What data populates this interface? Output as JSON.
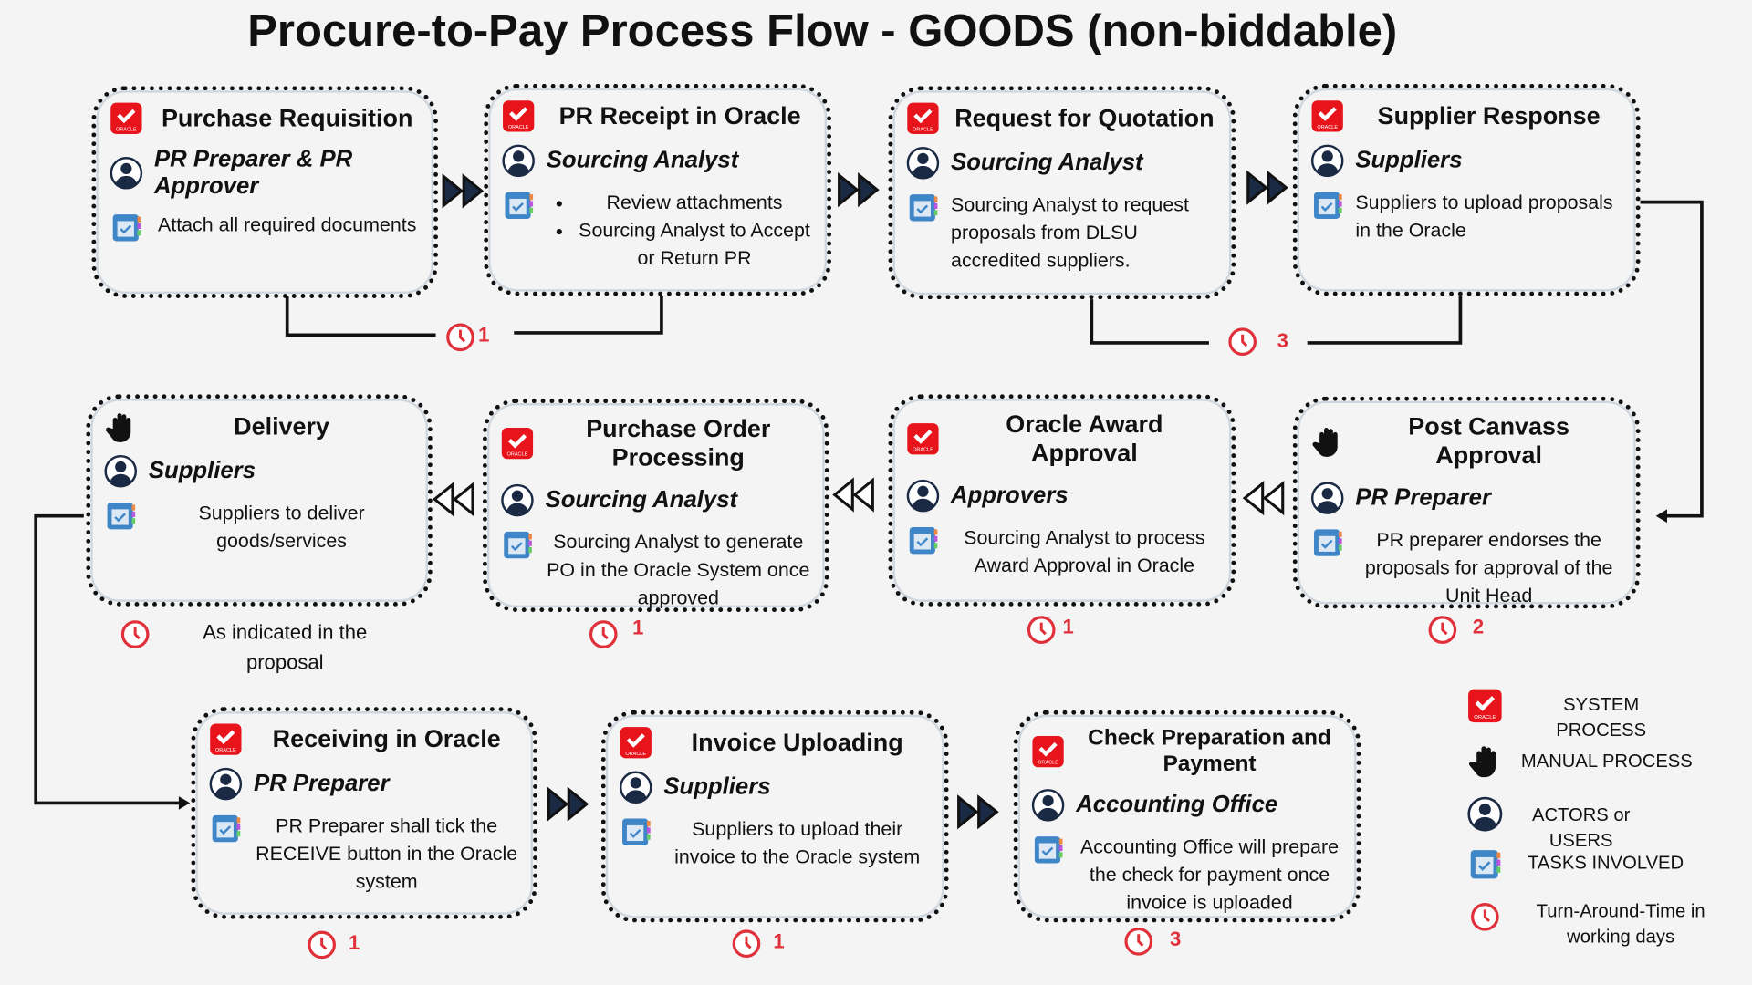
{
  "title": "Procure-to-Pay Process Flow - GOODS (non-biddable)",
  "boxes": [
    {
      "id": "purchase-requisition",
      "title": "Purchase Requisition",
      "type": "system",
      "actor": "PR Preparer & PR Approver",
      "task": [
        "Attach all required documents"
      ]
    },
    {
      "id": "pr-receipt",
      "title": "PR Receipt in Oracle",
      "type": "system",
      "actor": "Sourcing Analyst",
      "bullets": [
        "Review attachments",
        "Sourcing Analyst to Accept or Return PR"
      ]
    },
    {
      "id": "request-for-quotation",
      "title": "Request for Quotation",
      "type": "system",
      "actor": "Sourcing Analyst",
      "task": [
        "Sourcing Analyst to request proposals from DLSU accredited suppliers."
      ]
    },
    {
      "id": "supplier-response",
      "title": "Supplier Response",
      "type": "system",
      "actor": "Suppliers",
      "task": [
        "Suppliers to upload proposals in the Oracle"
      ]
    },
    {
      "id": "post-canvass-approval",
      "title": "Post Canvass Approval",
      "type": "manual",
      "actor": "PR Preparer",
      "task": [
        "PR preparer endorses the proposals for approval of the Unit Head"
      ]
    },
    {
      "id": "oracle-award-approval",
      "title": "Oracle Award Approval",
      "type": "system",
      "actor": "Approvers",
      "task": [
        "Sourcing Analyst to process Award Approval in Oracle"
      ]
    },
    {
      "id": "purchase-order-processing",
      "title": "Purchase Order Processing",
      "type": "system",
      "actor": "Sourcing Analyst",
      "task": [
        "Sourcing Analyst to generate PO in the Oracle System once approved"
      ]
    },
    {
      "id": "delivery",
      "title": "Delivery",
      "type": "manual",
      "actor": "Suppliers",
      "task": [
        "Suppliers to deliver goods/services"
      ]
    },
    {
      "id": "receiving-in-oracle",
      "title": "Receiving in Oracle",
      "type": "system",
      "actor": "PR Preparer",
      "task": [
        "PR Preparer shall tick the RECEIVE button in the Oracle system"
      ]
    },
    {
      "id": "invoice-uploading",
      "title": "Invoice Uploading",
      "type": "system",
      "actor": "Suppliers",
      "task": [
        "Suppliers to upload their invoice to the Oracle system"
      ]
    },
    {
      "id": "check-preparation",
      "title": "Check Preparation and Payment",
      "type": "system",
      "actor": "Accounting Office",
      "task": [
        "Accounting Office will prepare the check for payment once invoice is uploaded"
      ]
    }
  ],
  "tat": [
    "1",
    "3",
    "As indicated in the proposal",
    "1",
    "1",
    "2",
    "1",
    "1",
    "3"
  ],
  "legend": {
    "system": "SYSTEM PROCESS",
    "manual": "MANUAL PROCESS",
    "actors": "ACTORS or USERS",
    "tasks": "TASKS INVOLVED",
    "tat": "Turn-Around-Time in working days"
  },
  "colors": {
    "oracle_red": "#e8141c",
    "clock_red": "#e0303a",
    "task_blue": "#3f86c9",
    "actor_navy": "#1b2a44"
  }
}
